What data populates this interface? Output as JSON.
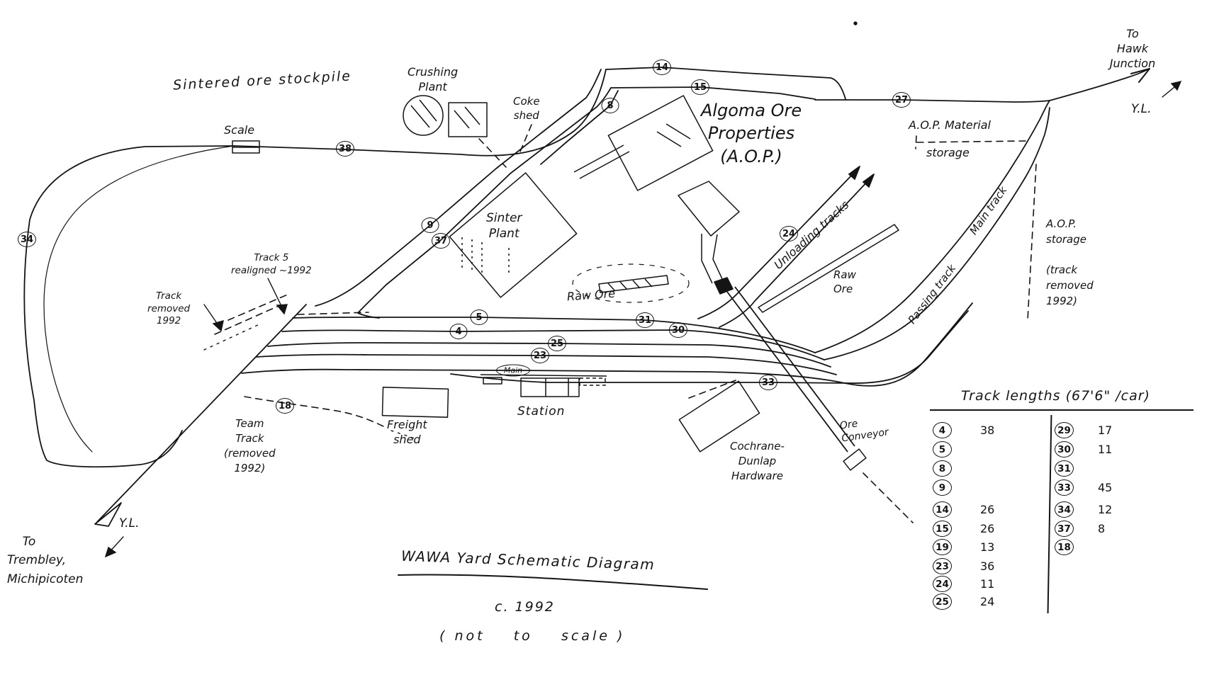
{
  "diagram": {
    "title": "WAWA Yard Schematic Diagram",
    "circa": "c. 1992",
    "not_to_scale": "( not    to    scale )"
  },
  "labels": {
    "stockpile": "Sintered ore stockpile",
    "scale": "Scale",
    "crushing_plant": "Crushing\nPlant",
    "coke_shed": "Coke\nshed",
    "algoma": "Algoma Ore\nProperties\n(A.O.P.)",
    "aop_material": "A.O.P. Material",
    "aop_material_storage": "storage",
    "hawk_junction": "To\nHawk\nJunction",
    "yl_top": "Y.L.",
    "yl_bottom": "Y.L.",
    "sinter_plant": "Sinter\nPlant",
    "track5_realigned": "Track 5\nrealigned ~1992",
    "track_removed": "Track\nremoved\n1992",
    "raw_ore_center": "Raw Ore",
    "raw_ore_right": "Raw\nOre",
    "unloading_tracks": "Unloading tracks",
    "main_track": "Main track",
    "passing_track": "Passing track",
    "aop_storage": "A.O.P.\nstorage\n\n(track\nremoved\n1992)",
    "team_track": "Team\nTrack\n(removed\n1992)",
    "freight_shed": "Freight\nshed",
    "station": "Station",
    "cochrane": "Cochrane-\nDunlap\nHardware",
    "ore_conveyor": "Ore\nConveyor",
    "trembley": "    To\nTrembley,\nMichipicoten"
  },
  "markers": [
    {
      "num": "38"
    },
    {
      "num": "34"
    },
    {
      "num": "14"
    },
    {
      "num": "15"
    },
    {
      "num": "8"
    },
    {
      "num": "27"
    },
    {
      "num": "9"
    },
    {
      "num": "37"
    },
    {
      "num": "5"
    },
    {
      "num": "4"
    },
    {
      "num": "25"
    },
    {
      "num": "23"
    },
    {
      "num": "31"
    },
    {
      "num": "30"
    },
    {
      "num": "24"
    },
    {
      "num": "33"
    },
    {
      "num": "18"
    },
    {
      "num": "Main"
    }
  ],
  "table": {
    "title": "Track lengths (67'6\" /car)",
    "left": [
      {
        "track": "4",
        "len": "38"
      },
      {
        "track": "5",
        "len": ""
      },
      {
        "track": "8",
        "len": ""
      },
      {
        "track": "9",
        "len": ""
      },
      {
        "track": "14",
        "len": "26"
      },
      {
        "track": "15",
        "len": "26"
      },
      {
        "track": "19",
        "len": "13"
      },
      {
        "track": "23",
        "len": "36"
      },
      {
        "track": "24",
        "len": "11"
      },
      {
        "track": "25",
        "len": "24"
      }
    ],
    "right": [
      {
        "track": "29",
        "len": "17"
      },
      {
        "track": "30",
        "len": "11"
      },
      {
        "track": "31",
        "len": ""
      },
      {
        "track": "33",
        "len": "45"
      },
      {
        "track": "34",
        "len": "12"
      },
      {
        "track": "37",
        "len": "8"
      },
      {
        "track": "18",
        "len": ""
      }
    ]
  },
  "ink": "#141414"
}
